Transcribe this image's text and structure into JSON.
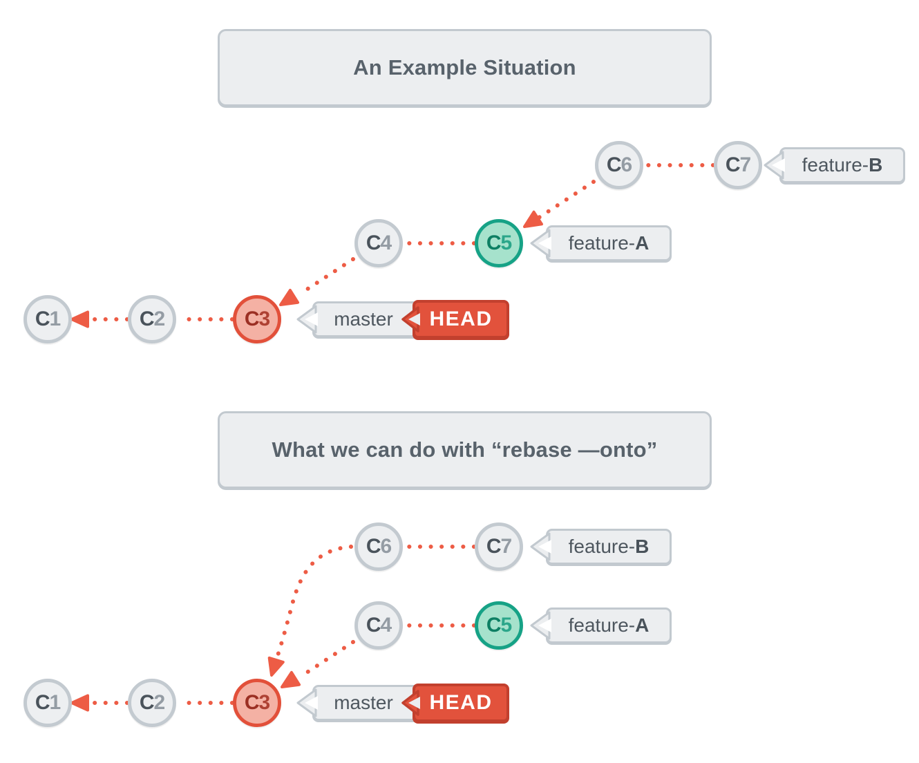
{
  "colors": {
    "accent": "#ED5C45",
    "node_gray_border": "#C3CAD0",
    "node_gray_fill": "#EDEFF1",
    "node_text": "#4A535B",
    "node_text_muted": "#949CA4",
    "green_border": "#16A286",
    "green_fill": "#A6E2CC",
    "green_text": "#0D7F63",
    "green_text_muted": "#2BA68A",
    "red_border": "#E2503A",
    "red_fill": "#F4B1A4",
    "red_text": "#9B2F23",
    "red_text_muted": "#AE4133",
    "bubble_fill": "#ECEEF0",
    "bubble_border": "#C2C9CF",
    "bubble_text": "#4E575F",
    "head_fill": "#E2523C",
    "head_border": "#C2402E",
    "head_text": "#FFFFFF",
    "title_text": "#58626B",
    "background": "#FFFFFF"
  },
  "sections": [
    {
      "title": "An Example Situation",
      "nodes": [
        {
          "id": "C1",
          "c": "C",
          "n": "1",
          "type": "gray"
        },
        {
          "id": "C2",
          "c": "C",
          "n": "2",
          "type": "gray"
        },
        {
          "id": "C3",
          "c": "C",
          "n": "3",
          "type": "red"
        },
        {
          "id": "C4",
          "c": "C",
          "n": "4",
          "type": "gray"
        },
        {
          "id": "C5",
          "c": "C",
          "n": "5",
          "type": "green"
        },
        {
          "id": "C6",
          "c": "C",
          "n": "6",
          "type": "gray"
        },
        {
          "id": "C7",
          "c": "C",
          "n": "7",
          "type": "gray"
        }
      ],
      "branch_labels": [
        {
          "id": "feature-B",
          "prefix": "feature-",
          "bold": "B"
        },
        {
          "id": "feature-A",
          "prefix": "feature-",
          "bold": "A"
        }
      ],
      "master_label": "master",
      "head_label": "HEAD"
    },
    {
      "title": "What we can do with “rebase —onto”",
      "nodes": [
        {
          "id": "C1",
          "c": "C",
          "n": "1",
          "type": "gray"
        },
        {
          "id": "C2",
          "c": "C",
          "n": "2",
          "type": "gray"
        },
        {
          "id": "C3",
          "c": "C",
          "n": "3",
          "type": "red"
        },
        {
          "id": "C4",
          "c": "C",
          "n": "4",
          "type": "gray"
        },
        {
          "id": "C5",
          "c": "C",
          "n": "5",
          "type": "green"
        },
        {
          "id": "C6",
          "c": "C",
          "n": "6",
          "type": "gray"
        },
        {
          "id": "C7",
          "c": "C",
          "n": "7",
          "type": "gray"
        }
      ],
      "branch_labels": [
        {
          "id": "feature-B",
          "prefix": "feature-",
          "bold": "B"
        },
        {
          "id": "feature-A",
          "prefix": "feature-",
          "bold": "A"
        }
      ],
      "master_label": "master",
      "head_label": "HEAD"
    }
  ]
}
